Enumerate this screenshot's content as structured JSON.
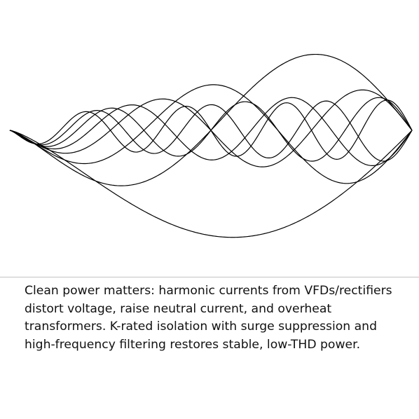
{
  "illustration": {
    "subject": "harmonic-waveforms-icon",
    "harmonic_orders": [
      1,
      2,
      3,
      4,
      5,
      6,
      7,
      8
    ],
    "stroke_color": "#000000"
  },
  "caption": {
    "text": "Clean power matters: harmonic currents from VFDs/rectifiers distort voltage, raise neutral current, and overheat transformers. K-rated isolation with surge suppression and high-frequency filtering restores stable, low-THD power."
  }
}
